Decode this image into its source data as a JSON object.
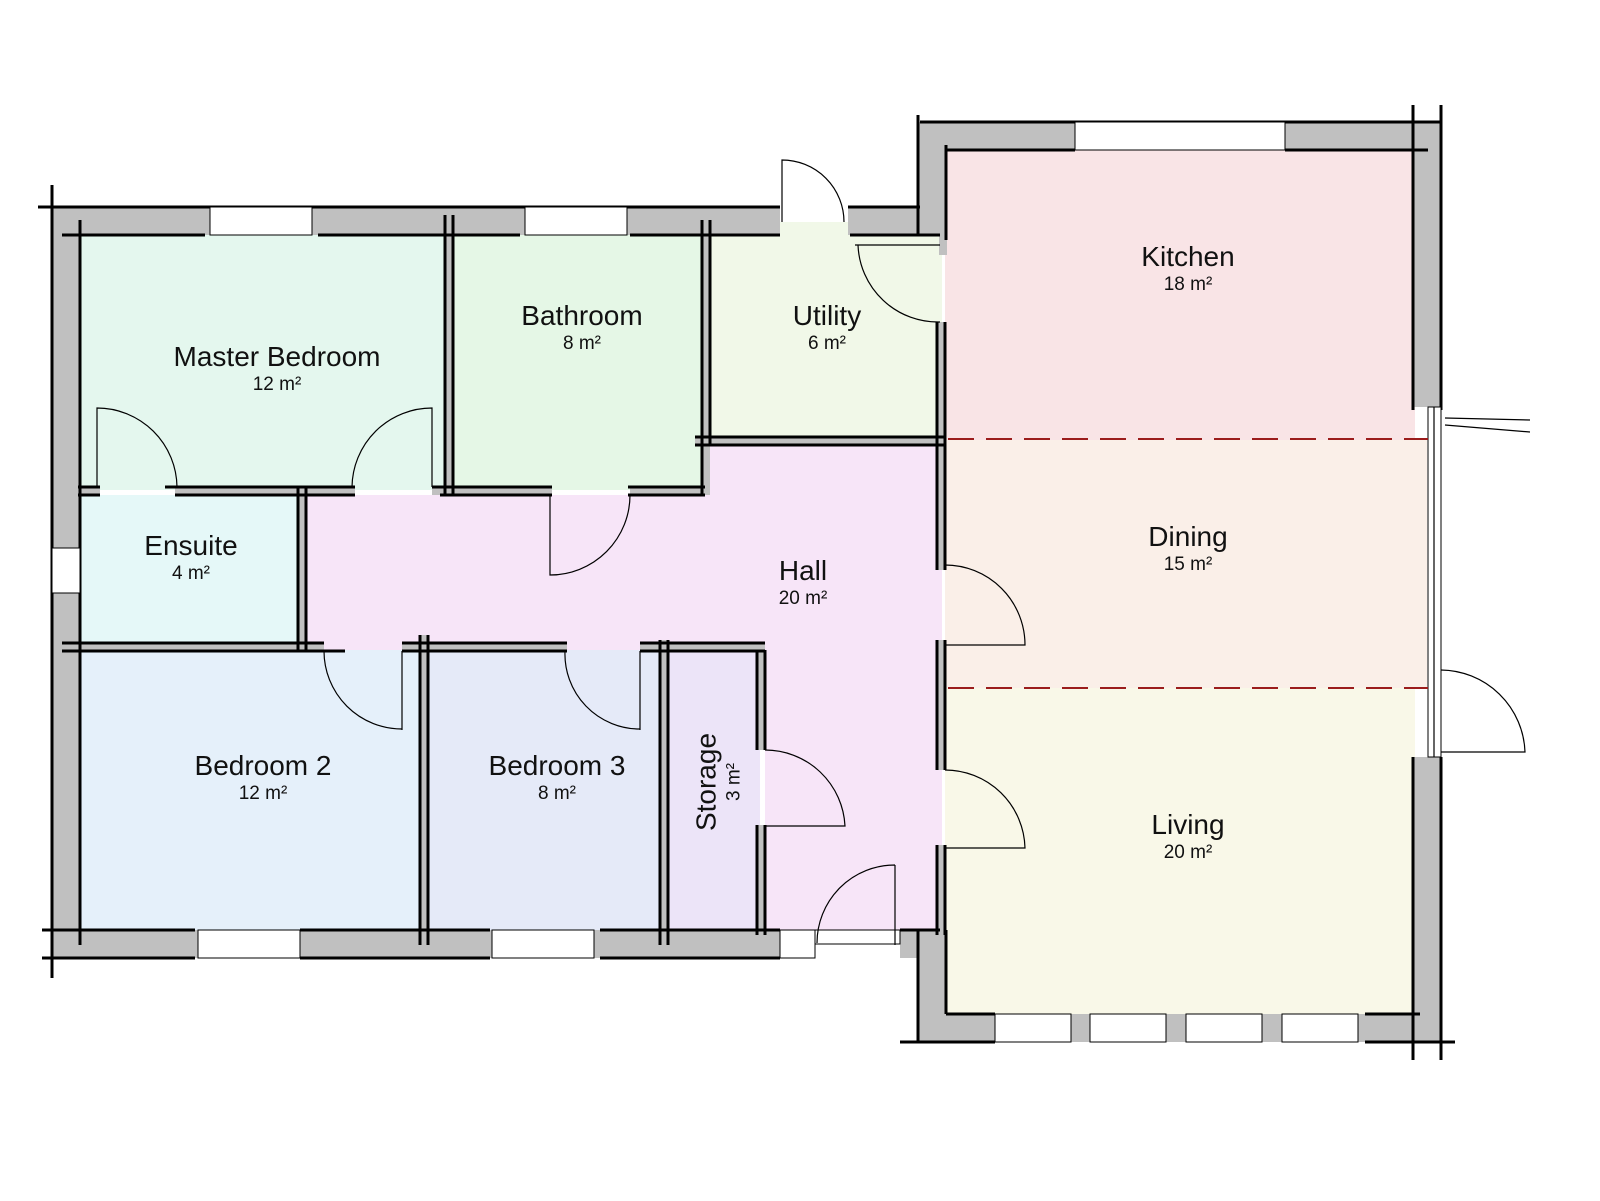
{
  "plan": {
    "rooms": {
      "master_bedroom": {
        "name": "Master Bedroom",
        "area": "12 m²",
        "color": "#e4f7ee"
      },
      "bathroom": {
        "name": "Bathroom",
        "area": "8 m²",
        "color": "#e5f7e6"
      },
      "utility": {
        "name": "Utility",
        "area": "6 m²",
        "color": "#f1f8e8"
      },
      "kitchen": {
        "name": "Kitchen",
        "area": "18 m²",
        "color": "#f9e4e6"
      },
      "ensuite": {
        "name": "Ensuite",
        "area": "4 m²",
        "color": "#e5f8f8"
      },
      "hall": {
        "name": "Hall",
        "area": "20 m²",
        "color": "#f7e5f8"
      },
      "dining": {
        "name": "Dining",
        "area": "15 m²",
        "color": "#faefe8"
      },
      "bedroom_2": {
        "name": "Bedroom 2",
        "area": "12 m²",
        "color": "#e5f0fa"
      },
      "bedroom_3": {
        "name": "Bedroom 3",
        "area": "8 m²",
        "color": "#e5eaf8"
      },
      "storage": {
        "name": "Storage",
        "area": "3 m²",
        "color": "#ece4f8"
      },
      "living": {
        "name": "Living",
        "area": "20 m²",
        "color": "#f9f8e8"
      }
    },
    "colors": {
      "wall": "#c0c0c0",
      "zone_divider": "#9b1c1c"
    }
  }
}
